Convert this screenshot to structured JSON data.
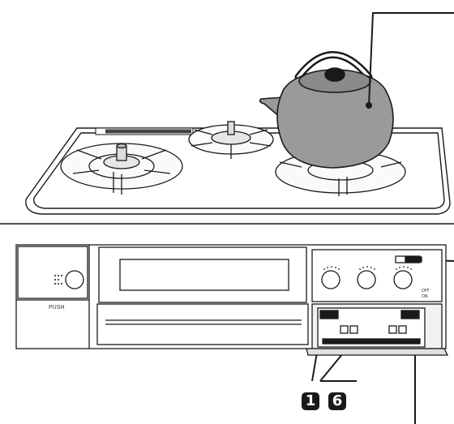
{
  "front_panel": {
    "push_label": "PUSH",
    "off_label": "OFF",
    "on_label": "ON"
  },
  "callouts": [
    "1",
    "6"
  ],
  "colors": {
    "line": "#1a1a1a",
    "kettle_fill": "#9a9a9a",
    "panel_fill": "#f2f2f2",
    "callout_bg": "#1a1a1a",
    "callout_text": "#ffffff"
  },
  "icons": [
    "kettle-icon",
    "burner-icon",
    "knob-icon",
    "control-panel-icon"
  ]
}
